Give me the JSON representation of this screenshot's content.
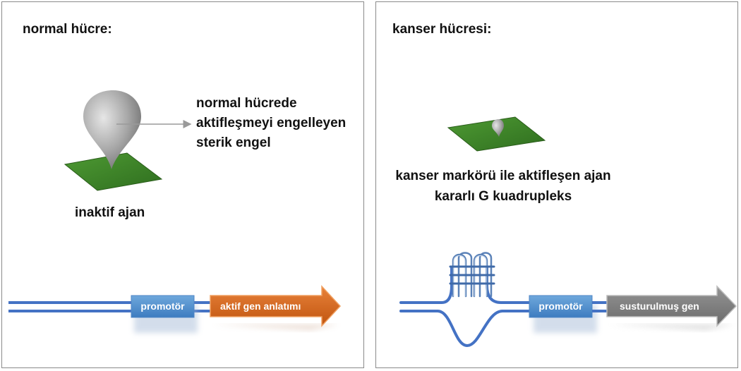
{
  "left_panel": {
    "title": "normal hücre:",
    "annotation_lines": [
      "normal hücrede",
      "aktifleşmeyi engelleyen",
      "sterik engel"
    ],
    "agent_label": "inaktif ajan",
    "promoter_label": "promotör",
    "gene_label": "aktif  gen anlatımı"
  },
  "right_panel": {
    "title": "kanser hücresi:",
    "agent_label_lines": [
      "kanser markörü ile aktifleşen  ajan",
      "kararlı G kuadrupleks"
    ],
    "promoter_label": "promotör",
    "gene_label": "susturulmuş   gen"
  },
  "colors": {
    "dna_strand": "#4472c4",
    "promoter": "#5b9bd5",
    "active_gene": "#d9661f",
    "silenced_gene": "#7f7f7f",
    "pad": "#3f8a2a",
    "drop": "#9e9e9e",
    "panel_border": "#8a8a8a"
  }
}
